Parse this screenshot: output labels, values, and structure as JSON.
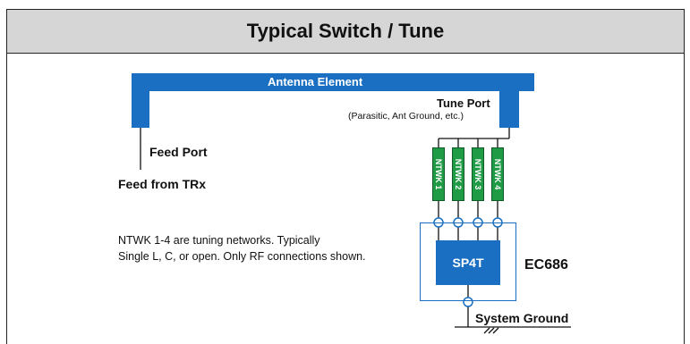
{
  "title": "Typical Switch / Tune",
  "antenna": {
    "label": "Antenna Element"
  },
  "feed_port": "Feed Port",
  "feed_from": "Feed from TRx",
  "tune_port": {
    "label": "Tune Port",
    "subtitle": "(Parasitic, Ant Ground, etc.)"
  },
  "networks": [
    {
      "label": "NTWK 1"
    },
    {
      "label": "NTWK 2"
    },
    {
      "label": "NTWK 3"
    },
    {
      "label": "NTWK 4"
    }
  ],
  "note": {
    "line1": "NTWK 1-4 are tuning networks. Typically",
    "line2": "Single L, C, or open. Only RF connections shown."
  },
  "switch": {
    "label": "SP4T"
  },
  "part_number": "EC686",
  "ground": "System Ground",
  "colors": {
    "blue": "#1a6fc2",
    "green": "#1f9a45",
    "header": "#d6d6d6"
  }
}
